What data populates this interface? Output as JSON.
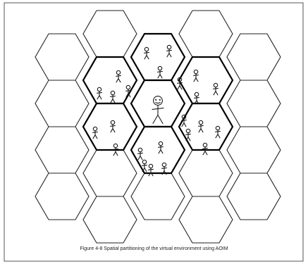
{
  "figure": {
    "caption": "Figure 4-8  Spatial partitioning of the virtual environment using AOIM"
  },
  "diagram": {
    "frame_color": "#555555",
    "hex_stroke": "#222222",
    "aoi_stroke": "#000000",
    "avatar_counts": {
      "center": 1,
      "others": 24
    }
  }
}
